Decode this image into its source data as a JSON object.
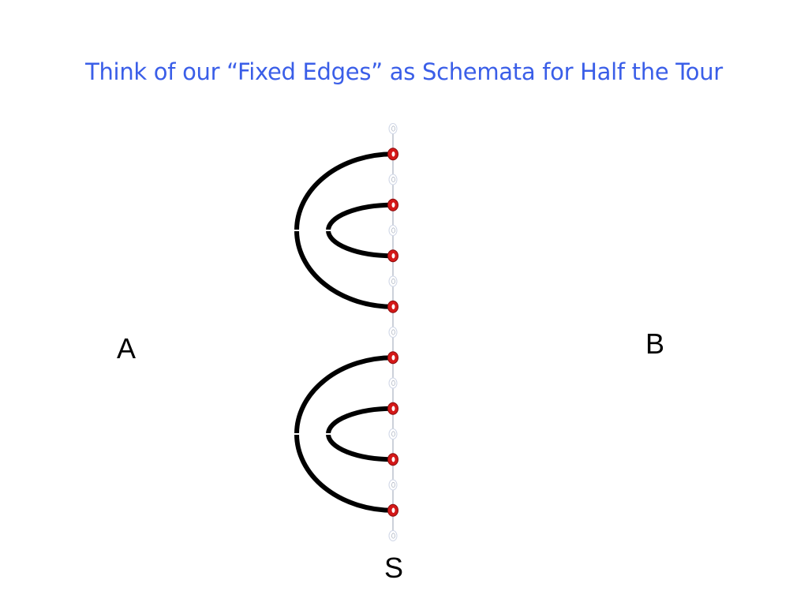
{
  "slide": {
    "title": "Think of our “Fixed Edges” as Schemata for Half the Tour"
  },
  "labels": {
    "left_region": "A",
    "right_region": "B",
    "bottom_node": "S"
  },
  "diagram": {
    "node_count": 17,
    "fixed_node_indices": [
      1,
      3,
      5,
      7,
      9,
      11,
      13,
      15
    ],
    "fixed_edges": [
      {
        "from": 1,
        "to": 7,
        "kind": "outer"
      },
      {
        "from": 3,
        "to": 5,
        "kind": "inner"
      },
      {
        "from": 9,
        "to": 15,
        "kind": "outer"
      },
      {
        "from": 11,
        "to": 13,
        "kind": "inner"
      }
    ],
    "colors": {
      "edge": "#000000",
      "fixed_node": "#d41818",
      "free_node": "#cfd6e6",
      "spine": "#9aa3b5"
    }
  }
}
